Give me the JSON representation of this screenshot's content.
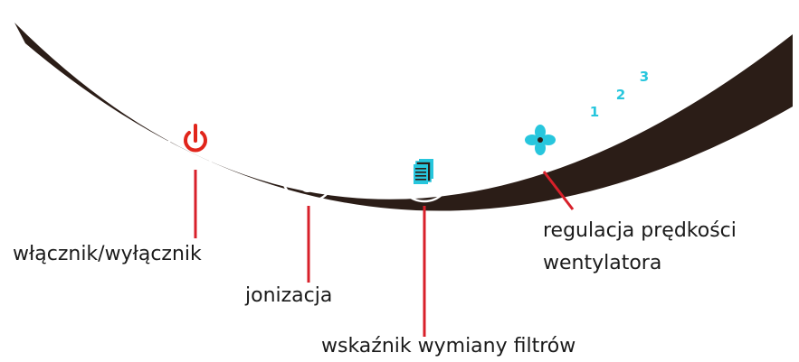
{
  "colors": {
    "panel": "#2b1d17",
    "ring": "#ffffff",
    "accent_cyan": "#27c6dd",
    "power_red": "#e1251b",
    "callout_red": "#d8202a",
    "text": "#1a1a1a"
  },
  "buttons": [
    {
      "id": "power",
      "icon": "power-icon"
    },
    {
      "id": "ionization",
      "icon": "ion-icon"
    },
    {
      "id": "filter",
      "icon": "filter-icon"
    },
    {
      "id": "fan",
      "icon": "fan-icon"
    }
  ],
  "speed_levels": [
    "1",
    "2",
    "3"
  ],
  "labels": {
    "power": "włącznik/wyłącznik",
    "ionization": "jonizacja",
    "filter": "wskaźnik wymiany filtrów",
    "fan_line1": "regulacja prędkości",
    "fan_line2": "wentylatora"
  }
}
